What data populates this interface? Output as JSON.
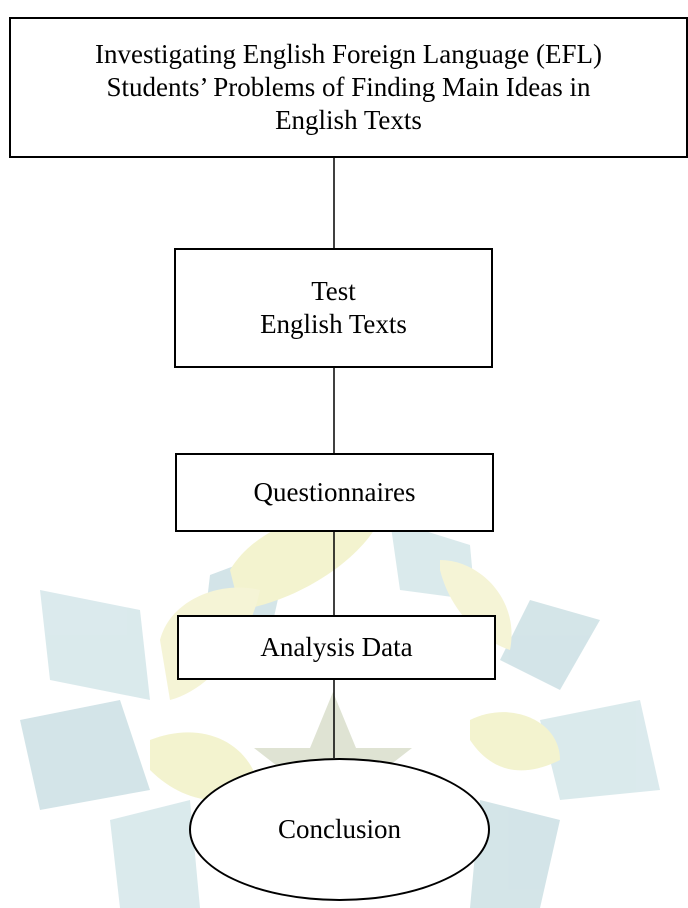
{
  "diagram": {
    "nodes": [
      {
        "id": "title",
        "text": "Investigating English Foreign Language (EFL)\nStudents’ Problems of Finding Main Ideas in\nEnglish Texts",
        "shape": "rectangle"
      },
      {
        "id": "test",
        "text": "Test\nEnglish Texts",
        "shape": "rectangle"
      },
      {
        "id": "questionnaires",
        "text": "Questionnaires",
        "shape": "rectangle"
      },
      {
        "id": "analysis",
        "text": "Analysis Data",
        "shape": "rectangle"
      },
      {
        "id": "conclusion",
        "text": "Conclusion",
        "shape": "ellipse"
      }
    ],
    "edges": [
      {
        "from": "title",
        "to": "test"
      },
      {
        "from": "test",
        "to": "questionnaires"
      },
      {
        "from": "questionnaires",
        "to": "analysis"
      },
      {
        "from": "analysis",
        "to": "conclusion"
      }
    ],
    "colors": {
      "stroke": "#000000",
      "watermark_teal": "#cfe2e6",
      "watermark_yellow": "#f3f3cf",
      "watermark_star": "#dfe3d3"
    }
  }
}
